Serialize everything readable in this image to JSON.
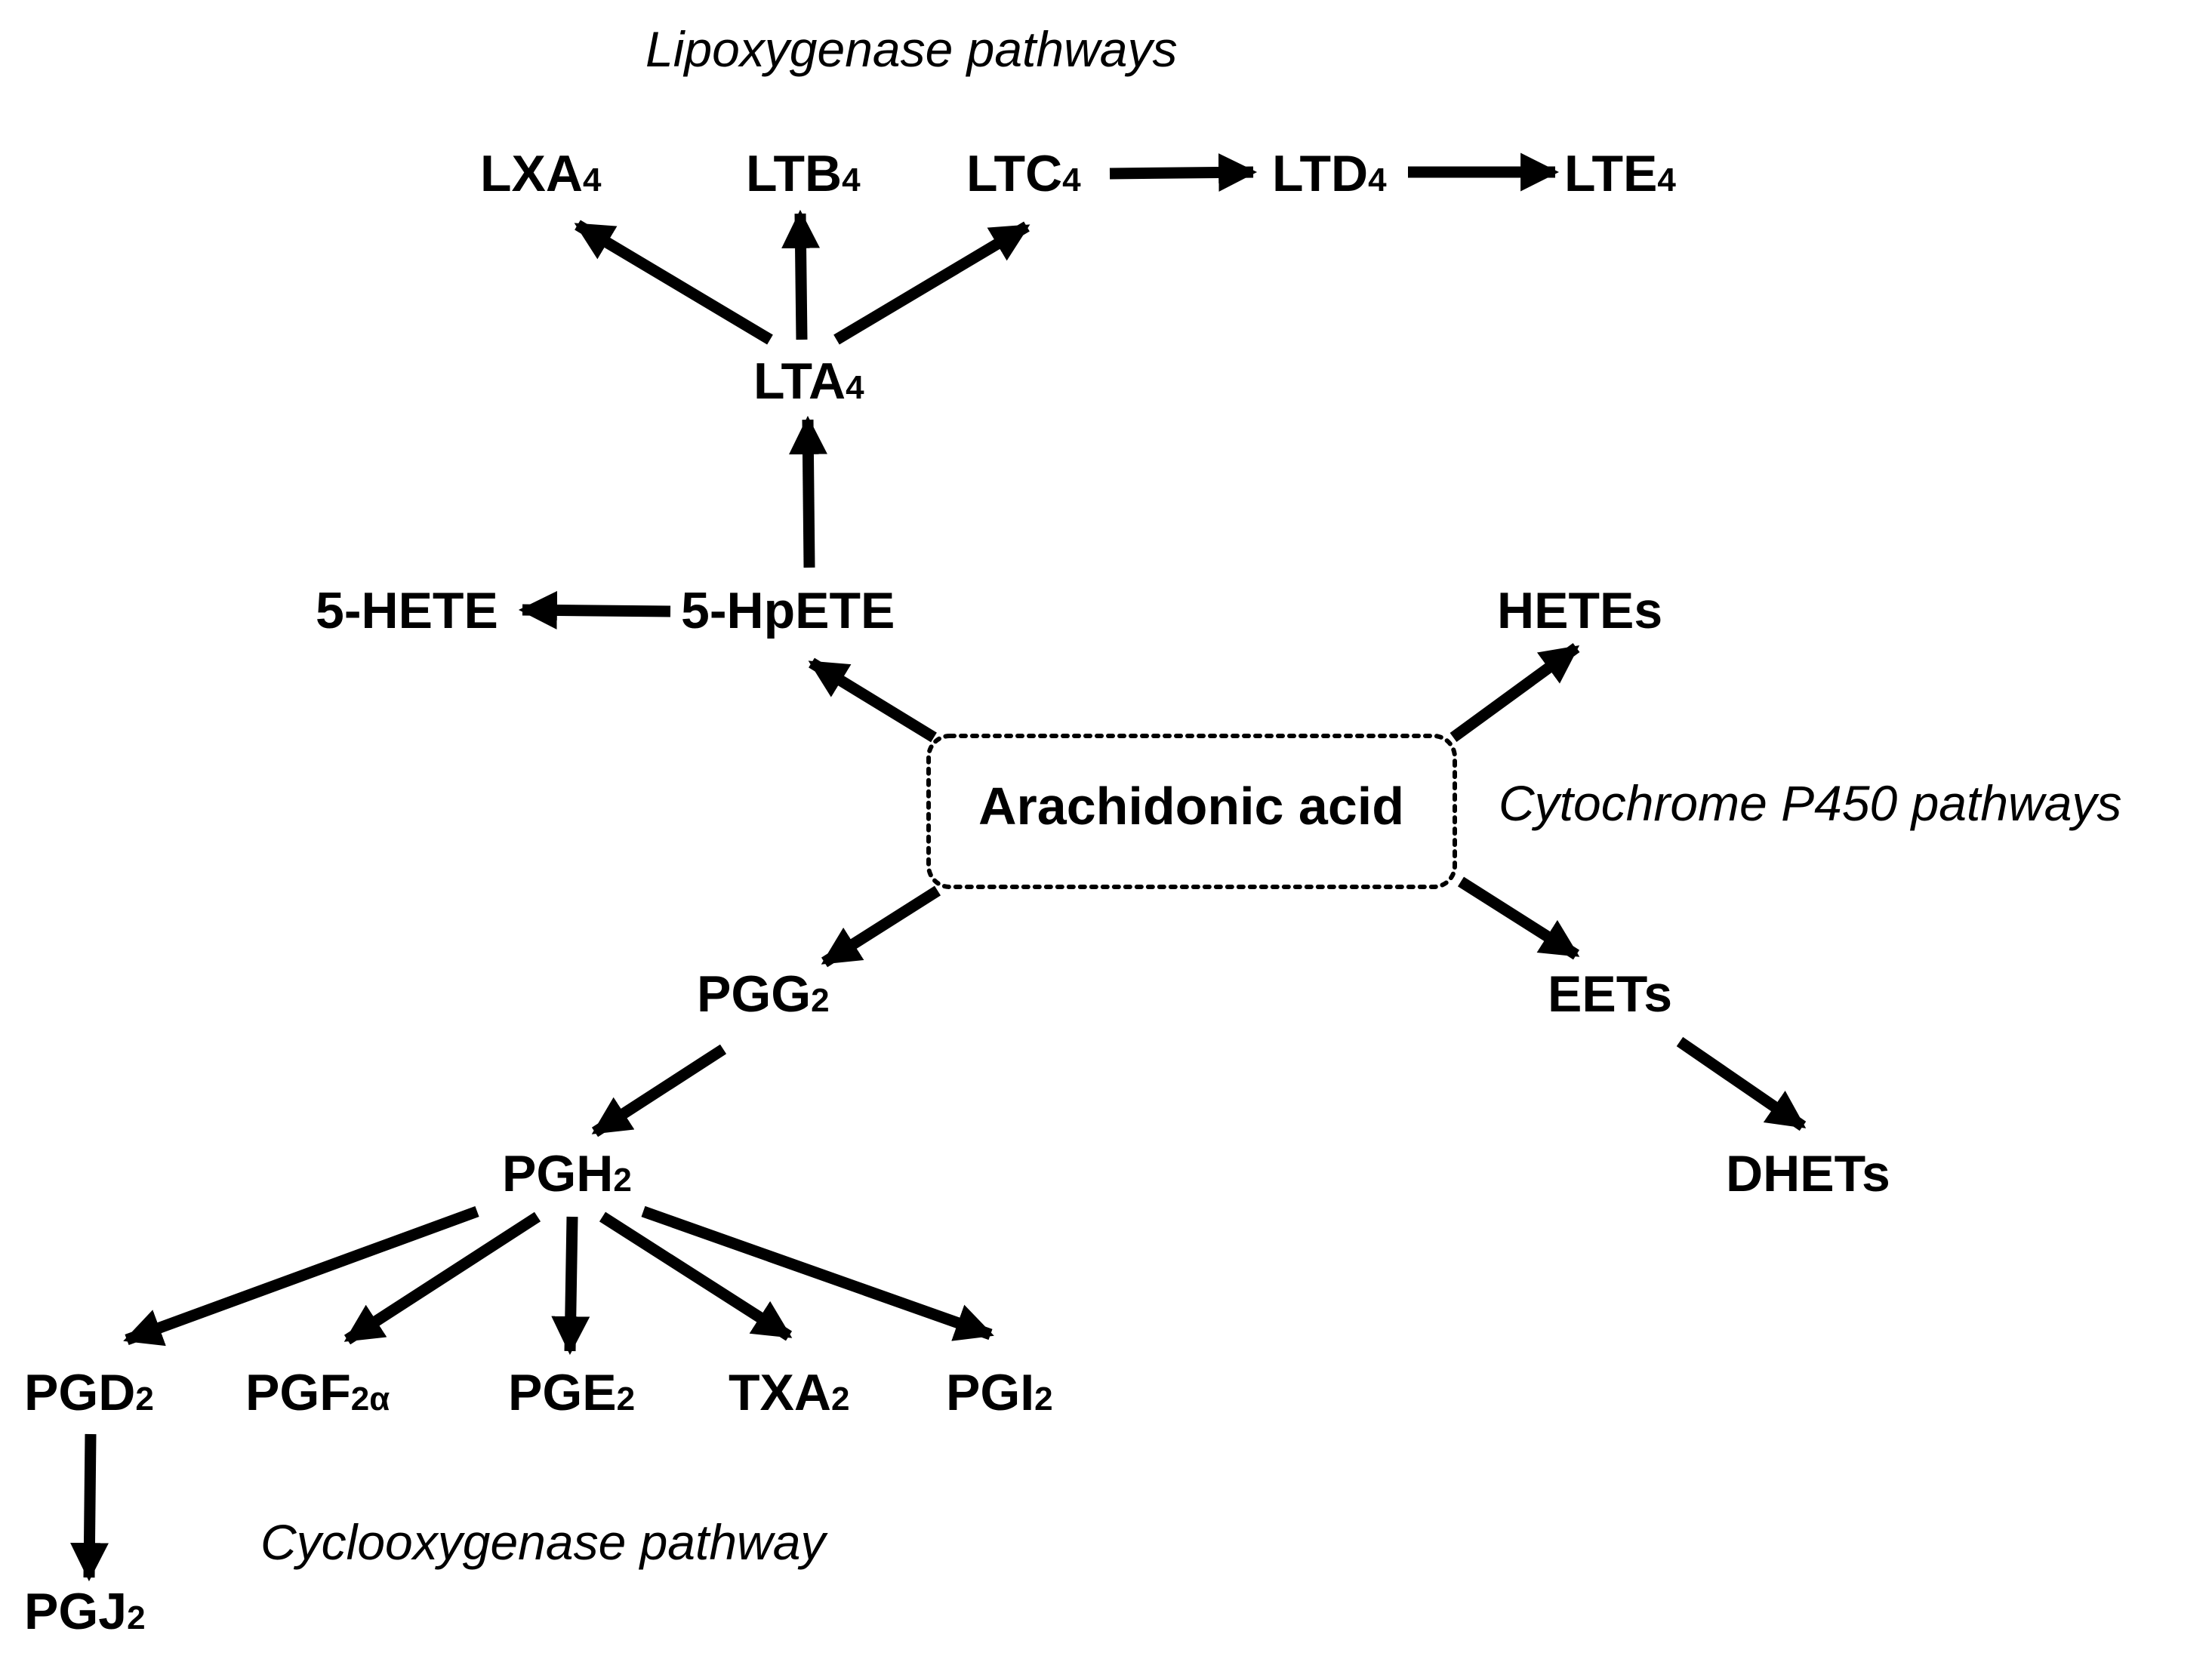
{
  "pathways": {
    "lipoxygenase": "Lipoxygenase pathways",
    "cytochrome": "Cytochrome P450 pathways",
    "cyclooxygenase": "Cyclooxygenase pathway"
  },
  "center": {
    "label": "Arachidonic acid"
  },
  "nodes": {
    "lxa4": {
      "main": "LXA",
      "sub": "4"
    },
    "ltb4": {
      "main": "LTB",
      "sub": "4"
    },
    "ltc4": {
      "main": "LTC",
      "sub": "4"
    },
    "ltd4": {
      "main": "LTD",
      "sub": "4"
    },
    "lte4": {
      "main": "LTE",
      "sub": "4"
    },
    "lta4": {
      "main": "LTA",
      "sub": "4"
    },
    "hete5": {
      "main": "5-HETE",
      "sub": ""
    },
    "hpete5": {
      "main": "5-HpETE",
      "sub": ""
    },
    "hetes": {
      "main": "HETEs",
      "sub": ""
    },
    "pgg2": {
      "main": "PGG",
      "sub": "2"
    },
    "eets": {
      "main": "EETs",
      "sub": ""
    },
    "pgh2": {
      "main": "PGH",
      "sub": "2"
    },
    "dhets": {
      "main": "DHETs",
      "sub": ""
    },
    "pgd2": {
      "main": "PGD",
      "sub": "2"
    },
    "pgf2a": {
      "main": "PGF",
      "sub": "2α"
    },
    "pge2": {
      "main": "PGE",
      "sub": "2"
    },
    "txa2": {
      "main": "TXA",
      "sub": "2"
    },
    "pgi2": {
      "main": "PGI",
      "sub": "2"
    },
    "pgj2": {
      "main": "PGJ",
      "sub": "2"
    }
  },
  "edges": [
    {
      "from": "arachidonic-acid",
      "to": "5-HpETE"
    },
    {
      "from": "arachidonic-acid",
      "to": "HETEs"
    },
    {
      "from": "arachidonic-acid",
      "to": "PGG2"
    },
    {
      "from": "arachidonic-acid",
      "to": "EETs"
    },
    {
      "from": "5-HpETE",
      "to": "5-HETE"
    },
    {
      "from": "5-HpETE",
      "to": "LTA4"
    },
    {
      "from": "LTA4",
      "to": "LXA4"
    },
    {
      "from": "LTA4",
      "to": "LTB4"
    },
    {
      "from": "LTA4",
      "to": "LTC4"
    },
    {
      "from": "LTC4",
      "to": "LTD4"
    },
    {
      "from": "LTD4",
      "to": "LTE4"
    },
    {
      "from": "EETs",
      "to": "DHETs"
    },
    {
      "from": "PGG2",
      "to": "PGH2"
    },
    {
      "from": "PGH2",
      "to": "PGD2"
    },
    {
      "from": "PGH2",
      "to": "PGF2α"
    },
    {
      "from": "PGH2",
      "to": "PGE2"
    },
    {
      "from": "PGH2",
      "to": "TXA2"
    },
    {
      "from": "PGH2",
      "to": "PGI2"
    },
    {
      "from": "PGD2",
      "to": "PGJ2"
    }
  ]
}
